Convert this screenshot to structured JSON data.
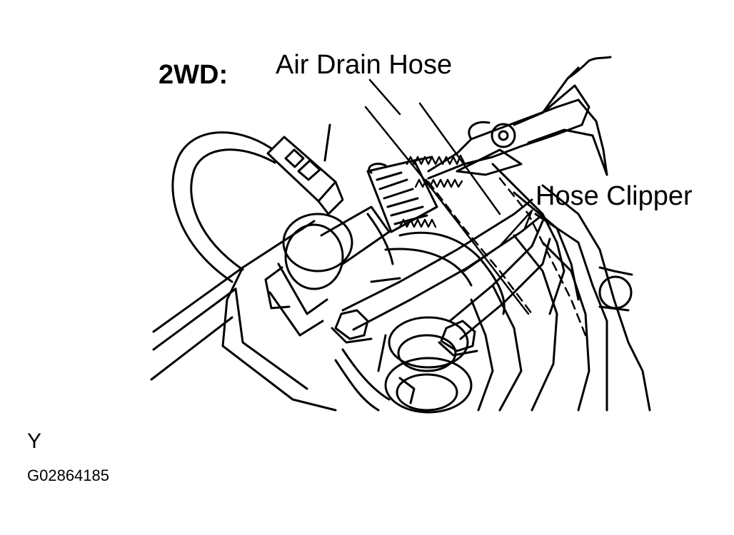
{
  "labels": {
    "section": "2WD:",
    "air_drain_hose": "Air Drain Hose",
    "hose_clipper": "Hose Clipper",
    "view_code": "Y",
    "figure_id": "G02864185"
  },
  "colors": {
    "line": "#000000",
    "background": "#ffffff"
  }
}
